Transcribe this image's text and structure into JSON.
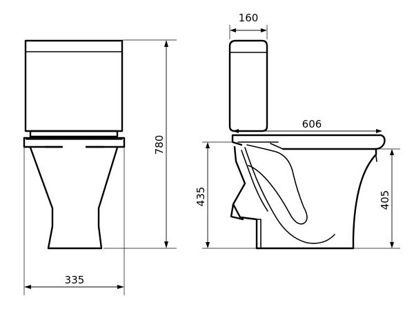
{
  "dimensions": {
    "overall_height": "780",
    "base_width": "335",
    "tank_depth": "160",
    "total_depth": "606",
    "seat_height": "435",
    "outlet_height": "405"
  }
}
